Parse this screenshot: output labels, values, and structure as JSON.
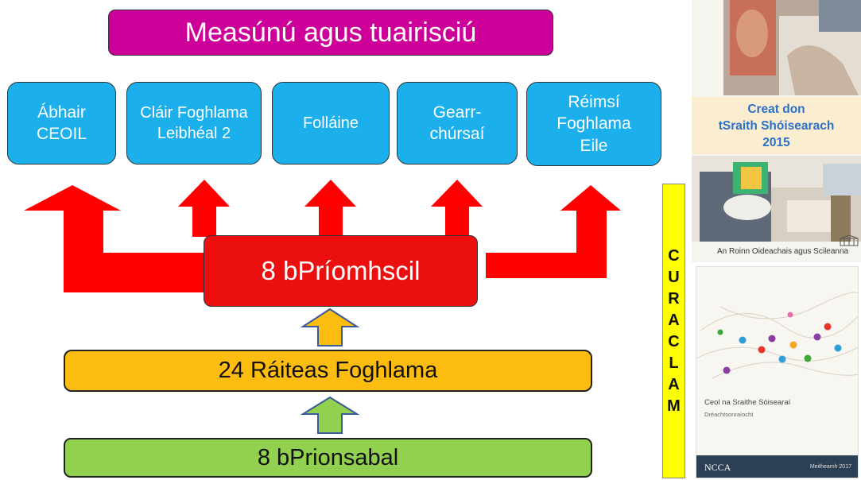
{
  "title": "Measúnú agus tuairisciú",
  "categories": [
    "Ábhair\nCEOIL",
    "Cláir Foghlama\nLeibhéal 2",
    "Folláine",
    "Gearr-\nchúrsaí",
    "Réimsí\nFoghlama\nEile"
  ],
  "key_skills": "8 bPríomhscil",
  "learning_statements": "24 Ráiteas Foghlama",
  "principles": "8 bPrionsabal",
  "curriculum_label": [
    "C",
    "U",
    "R",
    "A",
    "C",
    "L",
    "A",
    "M"
  ],
  "framework_doc": {
    "title": "Creat don\ntSraith Shóisearach\n2015",
    "department": "An Roinn Oideachais agus Scileanna"
  },
  "spec_doc": {
    "title": "Ceol na Sraithe Sóisearaí",
    "subtitle": "Dréachtsonraíocht",
    "publisher": "NCCA",
    "date": "Meitheamh 2017"
  },
  "colors": {
    "title": "#cc0099",
    "categories": "#1bb0eb",
    "key_skills": "#ec0f0f",
    "learning_statements": "#fdbd10",
    "principles": "#92d050",
    "curriculum": "#ffff00",
    "arrow_red": "#ff0000",
    "arrow_orange": "#fdbd10",
    "arrow_green": "#92d050"
  }
}
